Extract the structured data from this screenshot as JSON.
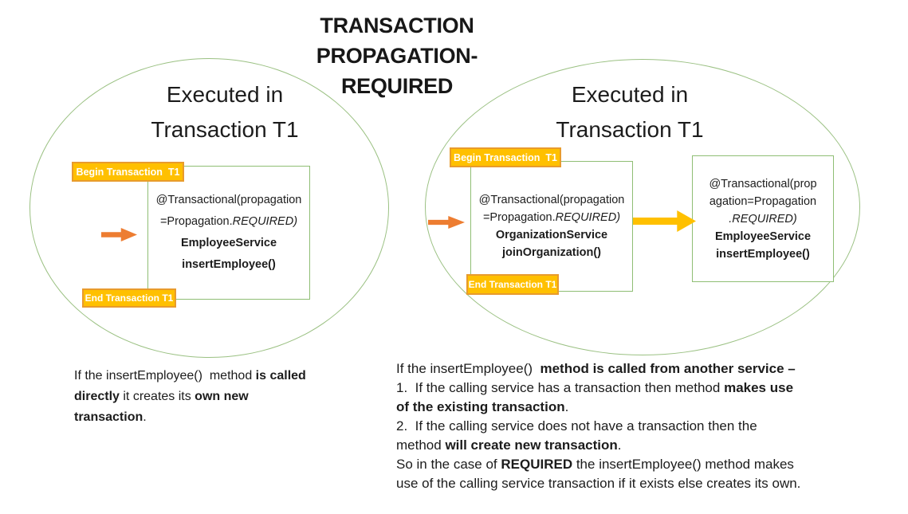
{
  "title": {
    "line1": "TRANSACTION PROPAGATION-",
    "line2": "REQUIRED"
  },
  "colors": {
    "ellipse_green": "#9BC183",
    "box_border_green": "#8FBE74",
    "label_fill": "#FFC000",
    "label_border": "#E89B2D",
    "label_text": "#FFFFFF",
    "orange_arrow": "#ED7D31",
    "yellow_arrow": "#FFC000",
    "text": "#1C1C1C"
  },
  "left_diagram": {
    "heading_line1": "Executed in",
    "heading_line2": "Transaction T1",
    "begin_label": "Begin Transaction  T1",
    "end_label": "End Transaction T1",
    "box_lines": [
      [
        {
          "t": "@Transactional(propagation"
        }
      ],
      [
        {
          "t": "=Propagation."
        },
        {
          "t": "REQUIRED)",
          "i": true
        }
      ],
      [
        {
          "t": "EmployeeService",
          "b": true
        }
      ],
      [
        {
          "t": "insertEmployee()",
          "b": true
        }
      ]
    ]
  },
  "right_diagram": {
    "heading_line1": "Executed in",
    "heading_line2": "Transaction T1",
    "begin_label": "Begin Transaction  T1",
    "end_label": "End Transaction T1",
    "caller_box_lines": [
      [
        {
          "t": "@Transactional(propagation"
        }
      ],
      [
        {
          "t": "=Propagation."
        },
        {
          "t": "REQUIRED)",
          "i": true
        }
      ],
      [
        {
          "t": "OrganizationService",
          "b": true
        }
      ],
      [
        {
          "t": "joinOrganization()",
          "b": true
        }
      ]
    ],
    "callee_box_lines": [
      [
        {
          "t": "@Transactional(prop"
        }
      ],
      [
        {
          "t": "agation=Propagation"
        }
      ],
      [
        {
          "t": ".REQUIRED)",
          "i": true
        }
      ],
      [
        {
          "t": "EmployeeService",
          "b": true
        }
      ],
      [
        {
          "t": "insertEmployee()",
          "b": true
        }
      ]
    ]
  },
  "left_note_lines": [
    [
      {
        "t": "If the insertEmployee()  method "
      },
      {
        "t": "is called",
        "b": true
      }
    ],
    [
      {
        "t": "directly",
        "b": true
      },
      {
        "t": " it creates its "
      },
      {
        "t": "own new",
        "b": true
      }
    ],
    [
      {
        "t": "transaction",
        "b": true
      },
      {
        "t": "."
      }
    ]
  ],
  "right_note_lines": [
    [
      {
        "t": "If the insertEmployee()  "
      },
      {
        "t": "method is called from another service –",
        "b": true
      }
    ],
    [
      {
        "t": "1.  If the calling service has a transaction then method "
      },
      {
        "t": "makes use",
        "b": true
      }
    ],
    [
      {
        "t": "of the existing transaction",
        "b": true
      },
      {
        "t": "."
      }
    ],
    [
      {
        "t": "2.  If the calling service does not have a transaction then the"
      }
    ],
    [
      {
        "t": "method "
      },
      {
        "t": "will create new transaction",
        "b": true
      },
      {
        "t": "."
      }
    ],
    [
      {
        "t": "So in the case of "
      },
      {
        "t": "REQUIRED",
        "b": true
      },
      {
        "t": " the insertEmployee() method makes"
      }
    ],
    [
      {
        "t": "use of the calling service transaction if it exists else creates its own."
      }
    ]
  ]
}
